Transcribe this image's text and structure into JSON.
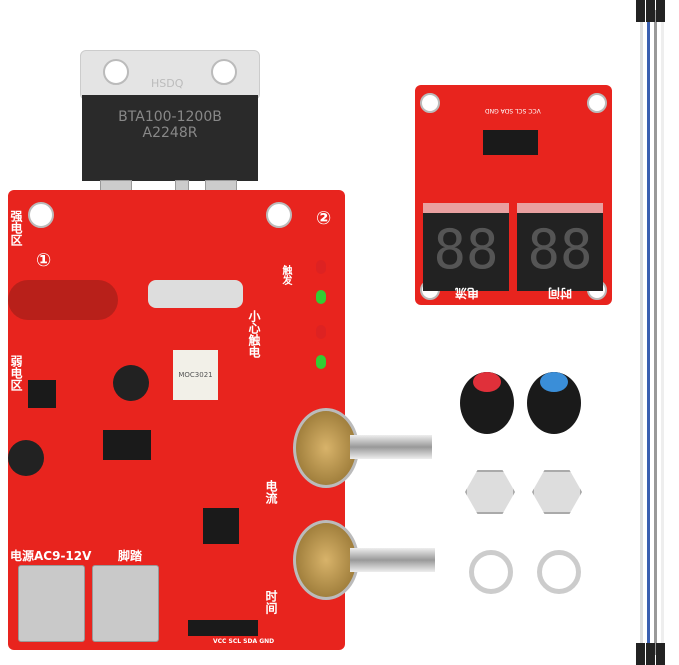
{
  "triac": {
    "brand": "HSDQ",
    "part": "BTA100-1200B",
    "lot": "A2248R"
  },
  "main_board": {
    "power_label": "电源AC9-12V",
    "foot_label": "脚踏",
    "current_label": "电流",
    "time_label": "时间",
    "danger_label": "小心触电",
    "strong_zone": "强电区",
    "weak_zone": "弱电区",
    "trigger_label": "触发",
    "optocoupler": "MOC3021",
    "circle1": "①",
    "circle2": "②",
    "header_pins": "VCC SCL SDA GND"
  },
  "display_board": {
    "pins": "VCC SCL SDA GND",
    "digits_left": "88",
    "digits_right": "88",
    "current_label": "电流",
    "time_label": "时间"
  },
  "colors": {
    "pcb": "#e8241e",
    "knob_red": "#e0303a",
    "knob_blue": "#3a8ed8"
  }
}
